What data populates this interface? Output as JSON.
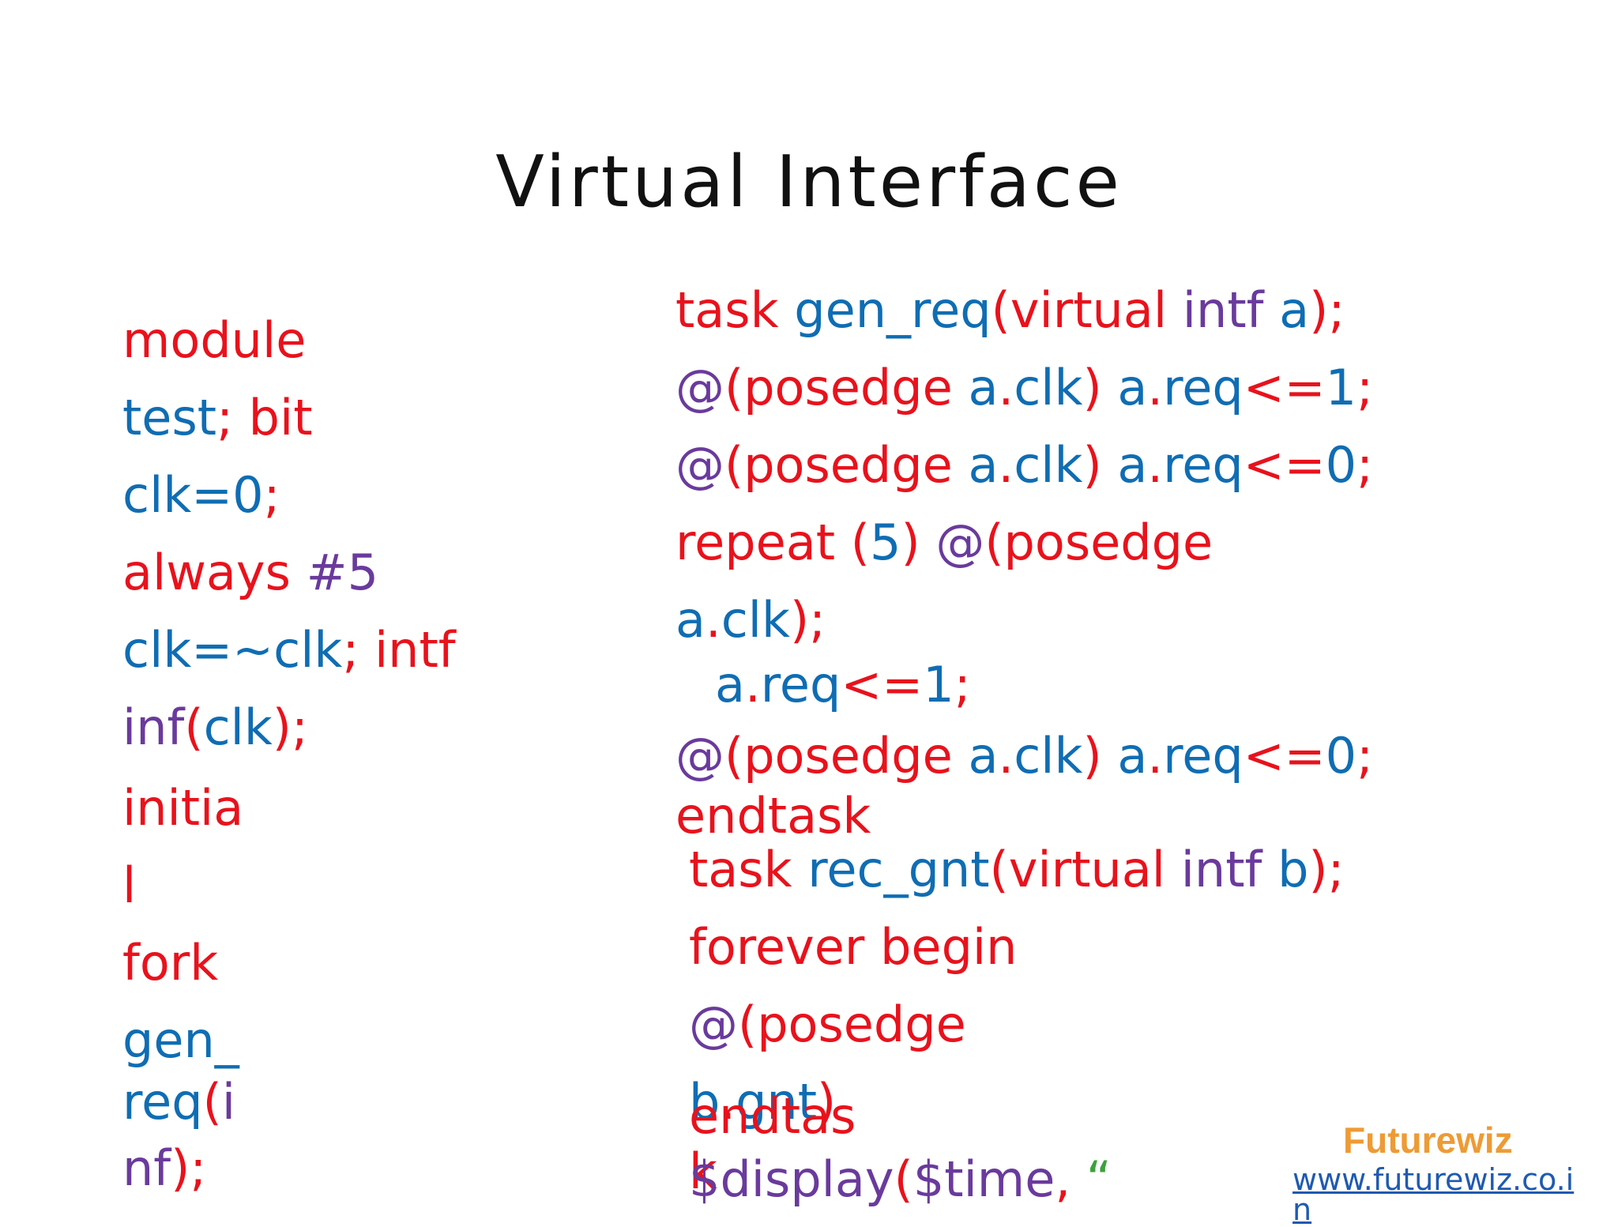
{
  "title": "Virtual Interface",
  "colors": {
    "red": "#e8121c",
    "blue": "#0f6db3",
    "purple": "#6a3a9c",
    "green": "#3aa33a",
    "brand": "#ed9b35",
    "link": "#1f5ab0"
  },
  "left_code": [
    [
      {
        "t": "module",
        "c": "red"
      }
    ],
    [
      {
        "t": "test",
        "c": "blue"
      },
      {
        "t": "; bit",
        "c": "red"
      }
    ],
    [
      {
        "t": "clk=0",
        "c": "blue"
      },
      {
        "t": ";",
        "c": "red"
      }
    ],
    [
      {
        "t": "always ",
        "c": "red"
      },
      {
        "t": "#5",
        "c": "purple"
      }
    ],
    [
      {
        "t": "clk=~clk",
        "c": "blue"
      },
      {
        "t": "; intf",
        "c": "red"
      }
    ],
    [
      {
        "t": "inf",
        "c": "purple"
      },
      {
        "t": "(",
        "c": "red"
      },
      {
        "t": "clk",
        "c": "blue"
      },
      {
        "t": ");",
        "c": "red"
      }
    ],
    [
      {
        "t": "initia",
        "c": "red"
      }
    ],
    [
      {
        "t": "l",
        "c": "red"
      }
    ],
    [
      {
        "t": "fork",
        "c": "red"
      }
    ],
    [
      {
        "t": "gen_",
        "c": "blue"
      }
    ],
    [
      {
        "t": "req",
        "c": "blue"
      },
      {
        "t": "(",
        "c": "red"
      },
      {
        "t": "i",
        "c": "purple"
      }
    ],
    [
      {
        "t": "nf",
        "c": "purple"
      },
      {
        "t": ");",
        "c": "red"
      }
    ]
  ],
  "right_code": [
    [
      {
        "t": "task ",
        "c": "red"
      },
      {
        "t": "gen_req",
        "c": "blue"
      },
      {
        "t": "(virtual ",
        "c": "red"
      },
      {
        "t": "intf ",
        "c": "purple"
      },
      {
        "t": "a",
        "c": "blue"
      },
      {
        "t": ");",
        "c": "red"
      }
    ],
    [
      {
        "t": "@",
        "c": "purple"
      },
      {
        "t": "(posedge ",
        "c": "red"
      },
      {
        "t": "a",
        "c": "blue"
      },
      {
        "t": ".",
        "c": "red"
      },
      {
        "t": "clk",
        "c": "blue"
      },
      {
        "t": ") ",
        "c": "red"
      },
      {
        "t": "a",
        "c": "blue"
      },
      {
        "t": ".",
        "c": "red"
      },
      {
        "t": "req",
        "c": "blue"
      },
      {
        "t": "<=",
        "c": "red"
      },
      {
        "t": "1",
        "c": "blue"
      },
      {
        "t": ";",
        "c": "red"
      }
    ],
    [
      {
        "t": "@",
        "c": "purple"
      },
      {
        "t": "(posedge ",
        "c": "red"
      },
      {
        "t": "a",
        "c": "blue"
      },
      {
        "t": ".",
        "c": "red"
      },
      {
        "t": "clk",
        "c": "blue"
      },
      {
        "t": ") ",
        "c": "red"
      },
      {
        "t": "a",
        "c": "blue"
      },
      {
        "t": ".",
        "c": "red"
      },
      {
        "t": "req",
        "c": "blue"
      },
      {
        "t": "<=",
        "c": "red"
      },
      {
        "t": "0",
        "c": "blue"
      },
      {
        "t": ";",
        "c": "red"
      }
    ],
    [
      {
        "t": "repeat (",
        "c": "red"
      },
      {
        "t": "5",
        "c": "blue"
      },
      {
        "t": ") ",
        "c": "red"
      },
      {
        "t": "@",
        "c": "purple"
      },
      {
        "t": "(posedge",
        "c": "red"
      }
    ],
    [
      {
        "t": "a",
        "c": "blue"
      },
      {
        "t": ".",
        "c": "red"
      },
      {
        "t": "clk",
        "c": "blue"
      },
      {
        "t": ");",
        "c": "red"
      }
    ],
    [
      {
        "t": "a",
        "c": "blue"
      },
      {
        "t": ".",
        "c": "red"
      },
      {
        "t": "req",
        "c": "blue"
      },
      {
        "t": "<=",
        "c": "red"
      },
      {
        "t": "1",
        "c": "blue"
      },
      {
        "t": ";",
        "c": "red"
      }
    ],
    [
      {
        "t": "@",
        "c": "purple"
      },
      {
        "t": "(posedge ",
        "c": "red"
      },
      {
        "t": "a",
        "c": "blue"
      },
      {
        "t": ".",
        "c": "red"
      },
      {
        "t": "clk",
        "c": "blue"
      },
      {
        "t": ") ",
        "c": "red"
      },
      {
        "t": "a",
        "c": "blue"
      },
      {
        "t": ".",
        "c": "red"
      },
      {
        "t": "req",
        "c": "blue"
      },
      {
        "t": "<=",
        "c": "red"
      },
      {
        "t": "0",
        "c": "blue"
      },
      {
        "t": ";",
        "c": "red"
      }
    ],
    [
      {
        "t": "endtask",
        "c": "red"
      }
    ],
    [
      {
        "t": "task ",
        "c": "red"
      },
      {
        "t": "rec_gnt",
        "c": "blue"
      },
      {
        "t": "(virtual ",
        "c": "red"
      },
      {
        "t": "intf ",
        "c": "purple"
      },
      {
        "t": "b",
        "c": "blue"
      },
      {
        "t": ");",
        "c": "red"
      }
    ],
    [
      {
        "t": "forever begin",
        "c": "red"
      }
    ],
    [
      {
        "t": "@",
        "c": "purple"
      },
      {
        "t": "(posedge",
        "c": "red"
      }
    ],
    [
      {
        "t": "b",
        "c": "blue"
      },
      {
        "t": ".",
        "c": "red"
      },
      {
        "t": "gnt",
        "c": "blue"
      },
      {
        "t": ")",
        "c": "red"
      }
    ],
    [
      {
        "t": "endtas",
        "c": "red"
      }
    ],
    [
      {
        "t": "k",
        "c": "red"
      }
    ],
    [
      {
        "t": "$display",
        "c": "purple"
      },
      {
        "t": "(",
        "c": "red"
      },
      {
        "t": "$time",
        "c": "purple"
      },
      {
        "t": ", ",
        "c": "red"
      },
      {
        "t": "“",
        "c": "green"
      }
    ]
  ],
  "branding": {
    "name": "Futurewiz",
    "url": "www.futurewiz.co.i\nn"
  }
}
